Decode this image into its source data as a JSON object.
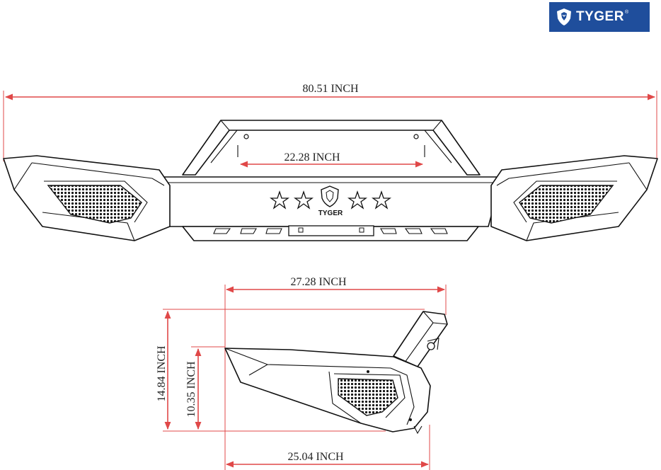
{
  "logo": {
    "brand": "TYGER",
    "icon": "tiger-head-shield-icon",
    "registered": "®",
    "background": "#1f4e9c"
  },
  "bumper_label": "TYGER",
  "dimensions": {
    "overall_width": "80.51 INCH",
    "center_opening": "22.28 INCH",
    "side_top_length": "27.28 INCH",
    "side_bottom_length": "25.04 INCH",
    "overall_height": "14.84 INCH",
    "wing_height": "10.35 INCH"
  },
  "colors": {
    "dimension_line": "#e04848",
    "outline": "#111111"
  }
}
